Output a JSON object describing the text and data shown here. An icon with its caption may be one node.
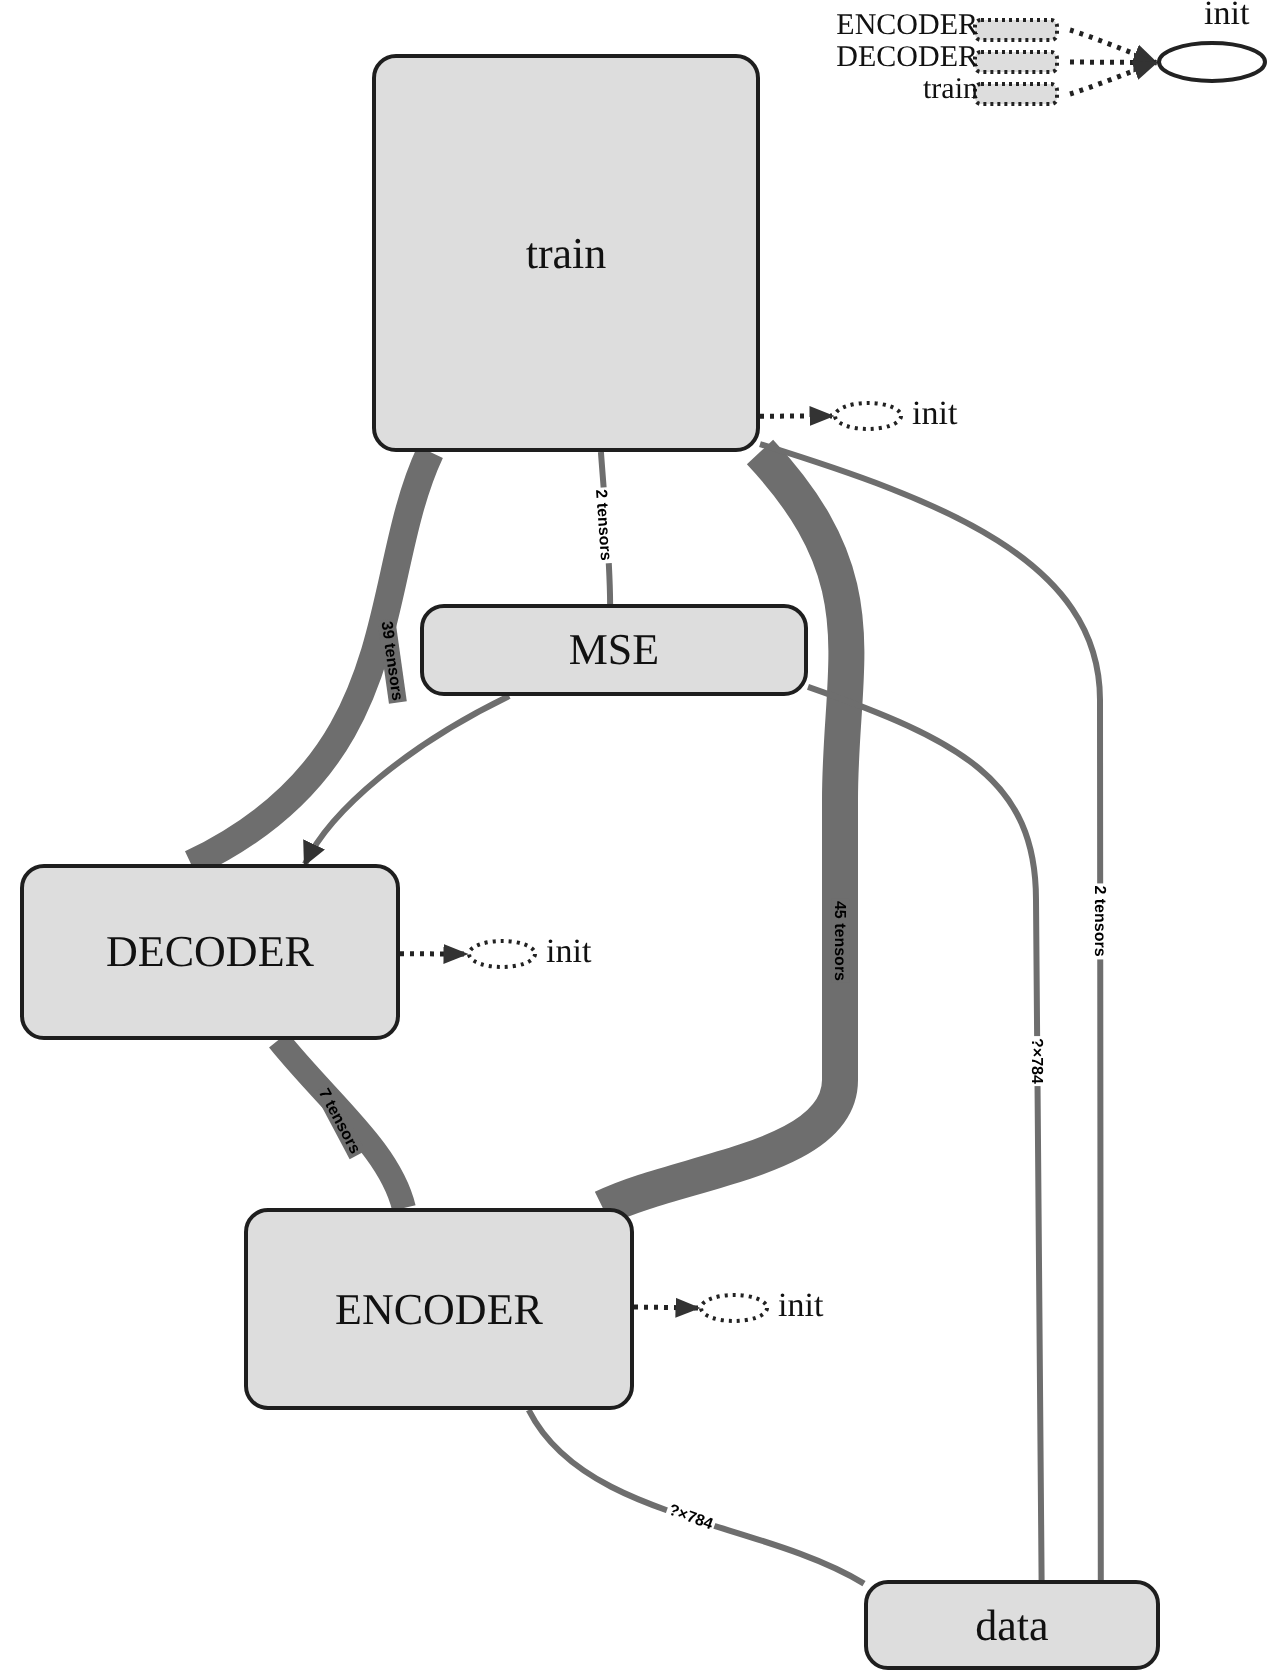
{
  "diagram": {
    "nodes": [
      {
        "text": [
          "train"
        ]
      },
      {
        "text": [
          "init"
        ]
      },
      {
        "text": [
          "MSE"
        ]
      },
      {
        "text": [
          "DECODER"
        ]
      },
      {
        "text": [
          "init"
        ]
      },
      {
        "text": [
          "ENCODER"
        ]
      },
      {
        "text": [
          "init"
        ]
      },
      {
        "text": [
          "data"
        ]
      },
      {
        "text": [
          "ENCODER"
        ]
      },
      {
        "text": [
          "DECODER"
        ]
      },
      {
        "text": [
          "train"
        ]
      },
      {
        "text": [
          "init"
        ]
      }
    ],
    "edges": [
      {
        "from": 0,
        "to": 3,
        "arrow": "none",
        "label": "39 tensors",
        "style": "thick"
      },
      {
        "from": 0,
        "to": 2,
        "arrow": "none",
        "label": "2 tensors"
      },
      {
        "from": 0,
        "to": 5,
        "arrow": "none",
        "label": "45 tensors",
        "style": "thick"
      },
      {
        "from": 0,
        "to": 7,
        "arrow": "none",
        "label": "2 tensors"
      },
      {
        "from": 2,
        "to": 3,
        "arrow": "to"
      },
      {
        "from": 2,
        "to": 7,
        "arrow": "none",
        "label": "?×784"
      },
      {
        "from": 3,
        "to": 5,
        "arrow": "none",
        "label": "7 tensors",
        "style": "thick"
      },
      {
        "from": 5,
        "to": 7,
        "arrow": "none",
        "label": "?×784"
      },
      {
        "from": 0,
        "to": 1,
        "arrow": "to",
        "style": "dashed"
      },
      {
        "from": 3,
        "to": 4,
        "arrow": "to",
        "style": "dashed"
      },
      {
        "from": 5,
        "to": 6,
        "arrow": "to",
        "style": "dashed"
      },
      {
        "from": 8,
        "to": 11,
        "arrow": "to",
        "style": "dashed"
      },
      {
        "from": 9,
        "to": 11,
        "arrow": "to",
        "style": "dashed"
      },
      {
        "from": 10,
        "to": 11,
        "arrow": "to",
        "style": "dashed"
      }
    ]
  }
}
